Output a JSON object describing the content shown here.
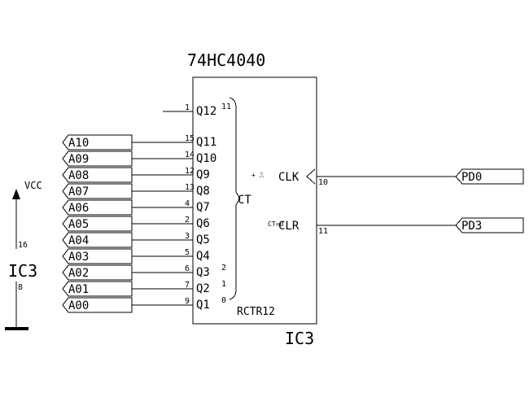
{
  "chip": {
    "part_number": "74HC4040",
    "designator": "IC3",
    "function_label": "RCTR12",
    "ct_label": "CT"
  },
  "outputs": [
    {
      "pin": "Q12",
      "pin_no": "1",
      "bit": "11",
      "net": ""
    },
    {
      "pin": "Q11",
      "pin_no": "15",
      "bit": "",
      "net": "A10"
    },
    {
      "pin": "Q10",
      "pin_no": "14",
      "bit": "",
      "net": "A09"
    },
    {
      "pin": "Q9",
      "pin_no": "12",
      "bit": "",
      "net": "A08"
    },
    {
      "pin": "Q8",
      "pin_no": "13",
      "bit": "",
      "net": "A07"
    },
    {
      "pin": "Q7",
      "pin_no": "4",
      "bit": "",
      "net": "A06"
    },
    {
      "pin": "Q6",
      "pin_no": "2",
      "bit": "",
      "net": "A05"
    },
    {
      "pin": "Q5",
      "pin_no": "3",
      "bit": "",
      "net": "A04"
    },
    {
      "pin": "Q4",
      "pin_no": "5",
      "bit": "",
      "net": "A03"
    },
    {
      "pin": "Q3",
      "pin_no": "6",
      "bit": "2",
      "net": "A02"
    },
    {
      "pin": "Q2",
      "pin_no": "7",
      "bit": "1",
      "net": "A01"
    },
    {
      "pin": "Q1",
      "pin_no": "9",
      "bit": "0",
      "net": "A00"
    }
  ],
  "inputs": [
    {
      "pin": "CLK",
      "pin_no": "10",
      "net": "PD0",
      "qualifier": "+ ⎍"
    },
    {
      "pin": "CLR",
      "pin_no": "11",
      "net": "PD3",
      "qualifier": "CT=0"
    }
  ],
  "power": {
    "vcc_label": "VCC",
    "vcc_pin": "16",
    "gnd_pin": "8",
    "designator": "IC3"
  }
}
